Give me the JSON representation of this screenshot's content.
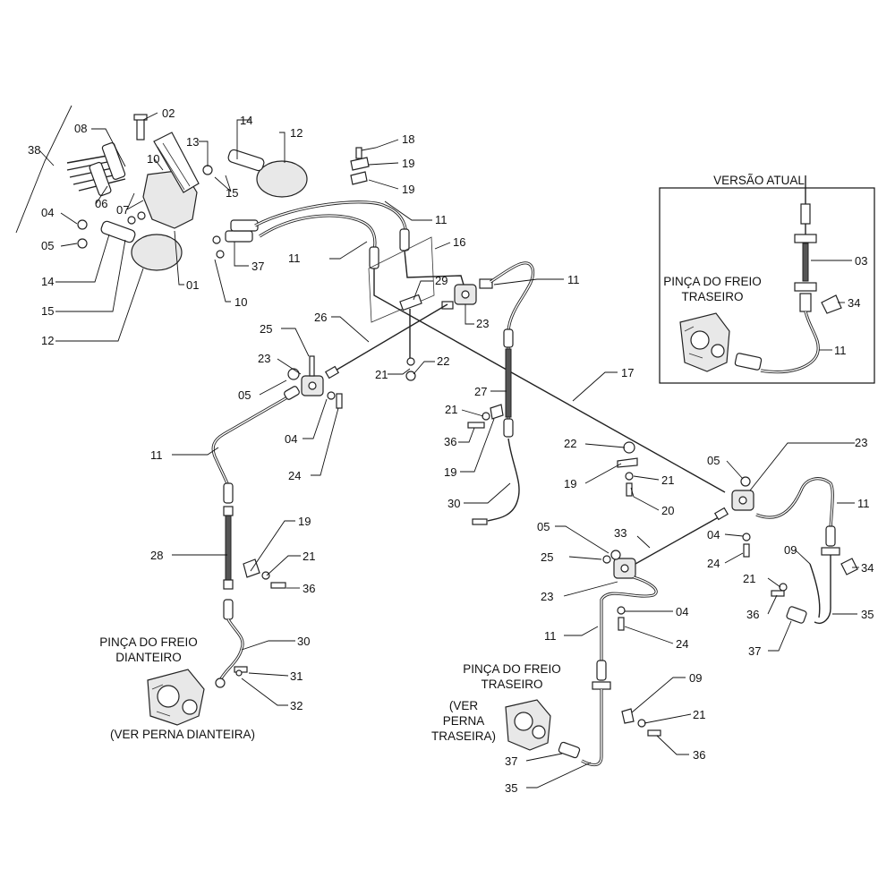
{
  "inset": {
    "title": "VERSÃO ATUAL",
    "caliper_label": [
      "PINÇA DO FREIO",
      "TRASEIRO"
    ]
  },
  "front_caliper": {
    "label": [
      "PINÇA DO FREIO",
      "DIANTEIRO"
    ],
    "note": "(VER PERNA DIANTEIRA)"
  },
  "rear_caliper": {
    "label": [
      "PINÇA DO FREIO",
      "TRASEIRO"
    ],
    "note": [
      "(VER",
      "PERNA",
      "TRASEIRA)"
    ]
  },
  "callouts": [
    "02",
    "08",
    "38",
    "13",
    "14",
    "12",
    "10",
    "06",
    "07",
    "04",
    "05",
    "14",
    "15",
    "12",
    "01",
    "15",
    "37",
    "10",
    "18",
    "19",
    "19",
    "11",
    "11",
    "16",
    "29",
    "26",
    "25",
    "23",
    "05",
    "04",
    "24",
    "21",
    "22",
    "23",
    "11",
    "17",
    "27",
    "21",
    "36",
    "19",
    "30",
    "22",
    "19",
    "21",
    "20",
    "05",
    "23",
    "11",
    "04",
    "24",
    "11",
    "28",
    "19",
    "21",
    "36",
    "30",
    "31",
    "32",
    "05",
    "25",
    "23",
    "33",
    "04",
    "24",
    "11",
    "09",
    "21",
    "36",
    "37",
    "35",
    "34",
    "09",
    "21",
    "36",
    "37",
    "35",
    "03",
    "34",
    "11"
  ]
}
